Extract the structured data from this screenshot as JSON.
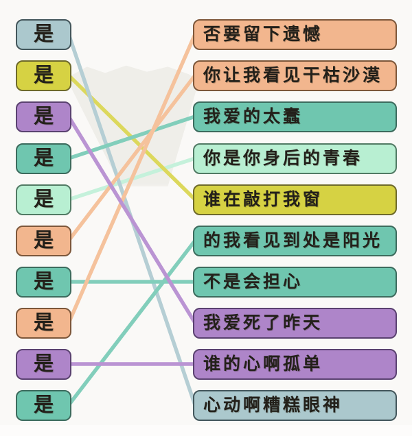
{
  "palette": {
    "orange": {
      "fill": "#f2b68e",
      "border": "#7d573a",
      "line": "#f5c29c"
    },
    "teal": {
      "fill": "#6fc6af",
      "border": "#3c6b5d",
      "line": "#82cebb"
    },
    "mint": {
      "fill": "#b8efd2",
      "border": "#517a64",
      "line": "#c5f1db"
    },
    "yellow": {
      "fill": "#d6d243",
      "border": "#6e6a2a",
      "line": "#dcd85c"
    },
    "purple": {
      "fill": "#ae85c9",
      "border": "#5a4170",
      "line": "#ba94d3"
    },
    "grayblue": {
      "fill": "#abc8cd",
      "border": "#43565b",
      "line": "#b5ced4"
    }
  },
  "text_color": "#23201a",
  "left_column": {
    "items": [
      {
        "label": "是",
        "color": "grayblue"
      },
      {
        "label": "是",
        "color": "yellow"
      },
      {
        "label": "是",
        "color": "purple"
      },
      {
        "label": "是",
        "color": "teal"
      },
      {
        "label": "是",
        "color": "mint"
      },
      {
        "label": "是",
        "color": "orange"
      },
      {
        "label": "是",
        "color": "teal"
      },
      {
        "label": "是",
        "color": "orange"
      },
      {
        "label": "是",
        "color": "purple"
      },
      {
        "label": "是",
        "color": "teal"
      }
    ]
  },
  "right_column": {
    "items": [
      {
        "label": "否要留下遗憾",
        "color": "orange"
      },
      {
        "label": "你让我看见干枯沙漠",
        "color": "orange"
      },
      {
        "label": "我爱的太蠢",
        "color": "teal"
      },
      {
        "label": "你是你身后的青春",
        "color": "mint"
      },
      {
        "label": "谁在敲打我窗",
        "color": "yellow"
      },
      {
        "label": "的我看见到处是阳光",
        "color": "teal"
      },
      {
        "label": "不是会担心",
        "color": "teal"
      },
      {
        "label": "我爱死了昨天",
        "color": "purple"
      },
      {
        "label": "谁的心啊孤单",
        "color": "purple"
      },
      {
        "label": "心动啊糟糕眼神",
        "color": "grayblue"
      }
    ]
  },
  "connections": [
    {
      "from": 4,
      "to": 3,
      "color": "mint"
    },
    {
      "from": 1,
      "to": 4,
      "color": "yellow"
    },
    {
      "from": 0,
      "to": 9,
      "color": "grayblue"
    },
    {
      "from": 3,
      "to": 2,
      "color": "teal"
    },
    {
      "from": 9,
      "to": 5,
      "color": "teal"
    },
    {
      "from": 6,
      "to": 6,
      "color": "teal"
    },
    {
      "from": 5,
      "to": 1,
      "color": "orange"
    },
    {
      "from": 7,
      "to": 0,
      "color": "orange"
    },
    {
      "from": 2,
      "to": 7,
      "color": "purple"
    },
    {
      "from": 8,
      "to": 8,
      "color": "purple"
    }
  ]
}
